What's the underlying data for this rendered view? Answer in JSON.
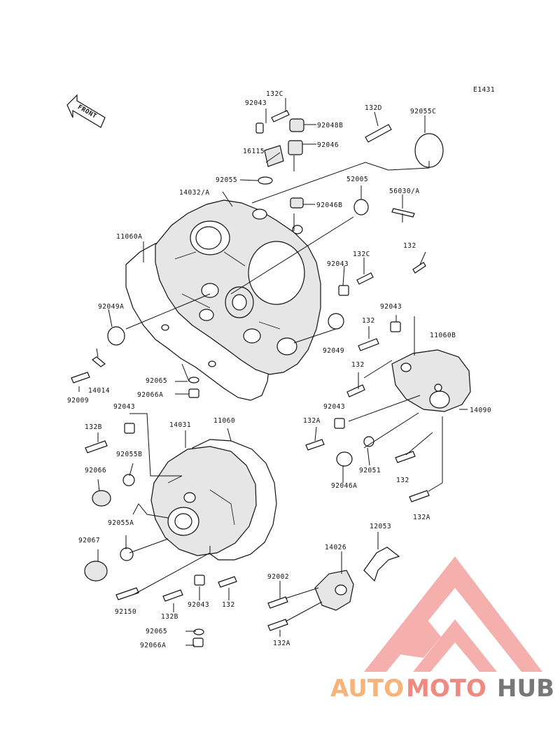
{
  "diagram": {
    "code": "E1431",
    "front_label": "FRONT",
    "parts": [
      {
        "id": "132C-top",
        "label": "132C"
      },
      {
        "id": "92043-top",
        "label": "92043"
      },
      {
        "id": "92048B",
        "label": "92048B"
      },
      {
        "id": "132D",
        "label": "132D"
      },
      {
        "id": "92055C",
        "label": "92055C"
      },
      {
        "id": "16115",
        "label": "16115"
      },
      {
        "id": "92046",
        "label": "92046"
      },
      {
        "id": "92055",
        "label": "92055"
      },
      {
        "id": "14032A",
        "label": "14032/A"
      },
      {
        "id": "52005",
        "label": "52005"
      },
      {
        "id": "56030A",
        "label": "56030/A"
      },
      {
        "id": "92046B",
        "label": "92046B"
      },
      {
        "id": "11060A",
        "label": "11060A"
      },
      {
        "id": "132-right",
        "label": "132"
      },
      {
        "id": "132C-mid",
        "label": "132C"
      },
      {
        "id": "92043-mid",
        "label": "92043"
      },
      {
        "id": "92049A",
        "label": "92049A"
      },
      {
        "id": "92043-r",
        "label": "92043"
      },
      {
        "id": "132-r2",
        "label": "132"
      },
      {
        "id": "11060B",
        "label": "11060B"
      },
      {
        "id": "92049",
        "label": "92049"
      },
      {
        "id": "132-r3",
        "label": "132"
      },
      {
        "id": "14014",
        "label": "14014"
      },
      {
        "id": "92065-top",
        "label": "92065"
      },
      {
        "id": "92009",
        "label": "92009"
      },
      {
        "id": "92066A-top",
        "label": "92066A"
      },
      {
        "id": "14090",
        "label": "14090"
      },
      {
        "id": "92043-r4",
        "label": "92043"
      },
      {
        "id": "92043-left",
        "label": "92043"
      },
      {
        "id": "14031",
        "label": "14031"
      },
      {
        "id": "11060",
        "label": "11060"
      },
      {
        "id": "132A-r",
        "label": "132A"
      },
      {
        "id": "132B-top",
        "label": "132B"
      },
      {
        "id": "92055B",
        "label": "92055B"
      },
      {
        "id": "92066",
        "label": "92066"
      },
      {
        "id": "92051",
        "label": "92051"
      },
      {
        "id": "92046A",
        "label": "92046A"
      },
      {
        "id": "132-r5",
        "label": "132"
      },
      {
        "id": "132A-r2",
        "label": "132A"
      },
      {
        "id": "92055A",
        "label": "92055A"
      },
      {
        "id": "92067",
        "label": "92067"
      },
      {
        "id": "12053",
        "label": "12053"
      },
      {
        "id": "14026",
        "label": "14026"
      },
      {
        "id": "92002",
        "label": "92002"
      },
      {
        "id": "92150",
        "label": "92150"
      },
      {
        "id": "132B-bot",
        "label": "132B"
      },
      {
        "id": "92043-bot",
        "label": "92043"
      },
      {
        "id": "132-bot",
        "label": "132"
      },
      {
        "id": "92065-bot",
        "label": "92065"
      },
      {
        "id": "92066A-bot",
        "label": "92066A"
      },
      {
        "id": "132A-bot",
        "label": "132A"
      }
    ]
  },
  "watermark": {
    "part1": "AUTO",
    "part2": "MOTO",
    "part3": "HUB",
    "colors": {
      "auto": "#f6b37a",
      "moto": "#f08a80",
      "hub": "#777777",
      "triangle": "#f4a3a0"
    }
  }
}
